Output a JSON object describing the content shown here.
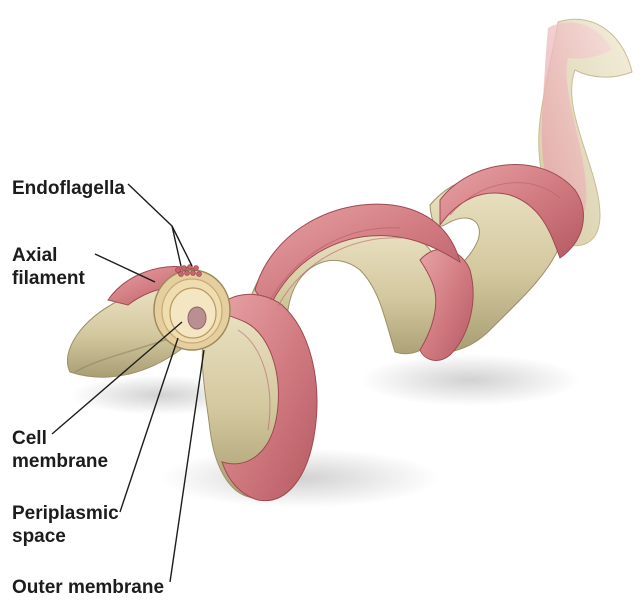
{
  "labels": {
    "endoflagella": "Endoflagella",
    "axial_filament": [
      "Axial",
      "filament"
    ],
    "cell_membrane": [
      "Cell",
      "membrane"
    ],
    "periplasmic_space": [
      "Periplasmic",
      "space"
    ],
    "outer_membrane": "Outer membrane"
  },
  "colors": {
    "cell_body": "#d6cba6",
    "cell_body_shadow": "#a99d73",
    "axial_filament": "#d9848a",
    "axial_filament_dark": "#b55a62",
    "cell_membrane_ring": "#efd9a6",
    "cytoplasm_core": "#b98f92",
    "leader_line": "#1c1c1c"
  }
}
